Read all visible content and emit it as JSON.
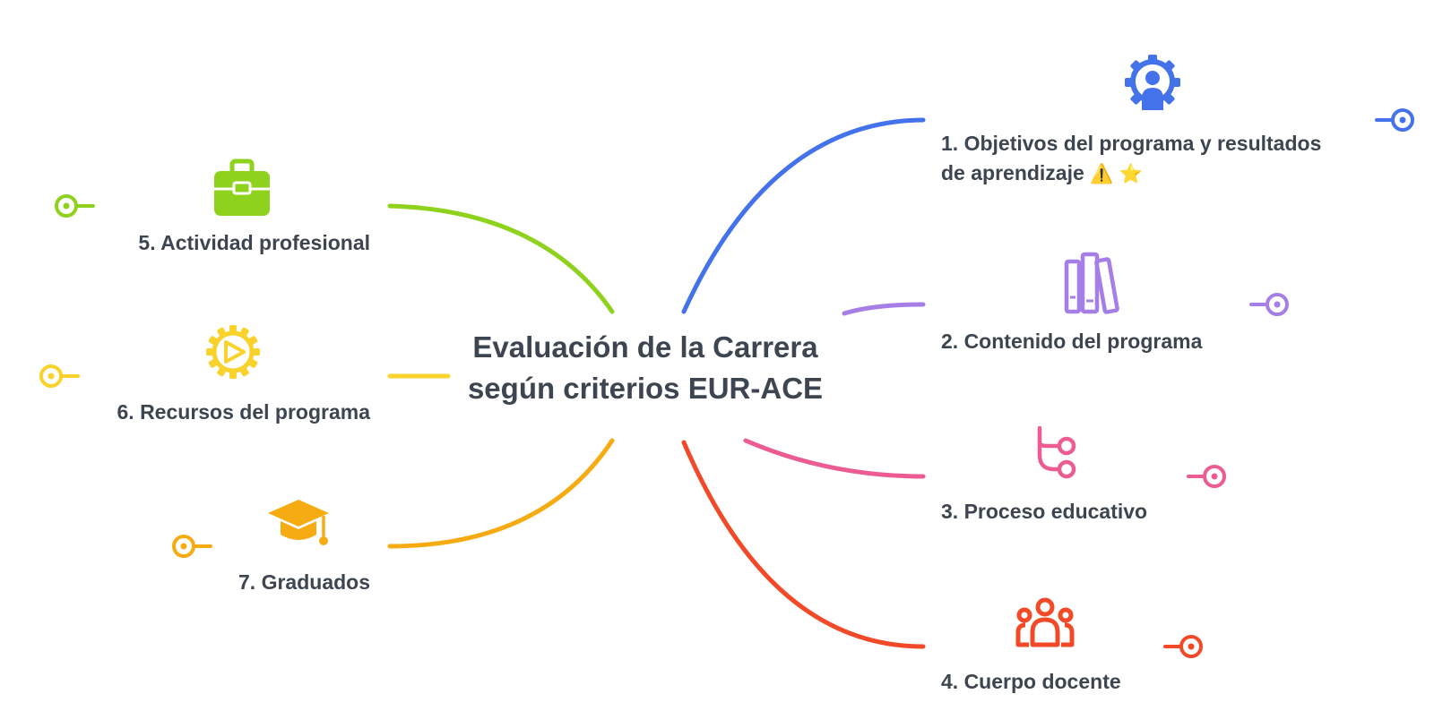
{
  "central_topic": {
    "line1": "Evaluación de la Carrera",
    "line2": "según criterios EUR-ACE"
  },
  "branches": [
    {
      "id": "b1",
      "line1": "1. Objetivos del programa y resultados",
      "line2": "de aprendizaje",
      "marker1": "⚠️",
      "marker2": "⭐",
      "color": "#4472ea",
      "icon": "gear-person-icon"
    },
    {
      "id": "b2",
      "label": "2. Contenido del programa",
      "color": "#a57ee6",
      "icon": "books-icon"
    },
    {
      "id": "b3",
      "label": "3. Proceso educativo",
      "color": "#ec5c93",
      "icon": "flow-branch-icon"
    },
    {
      "id": "b4",
      "label": "4. Cuerpo docente",
      "color": "#f24a28",
      "icon": "group-people-icon"
    },
    {
      "id": "b5",
      "label": "5. Actividad profesional",
      "color": "#8fd21e",
      "icon": "briefcase-icon"
    },
    {
      "id": "b6",
      "label": "6. Recursos del programa",
      "color": "#f9d22b",
      "icon": "gear-play-icon"
    },
    {
      "id": "b7",
      "label": "7. Graduados",
      "color": "#f6ab12",
      "icon": "graduation-cap-icon"
    }
  ]
}
